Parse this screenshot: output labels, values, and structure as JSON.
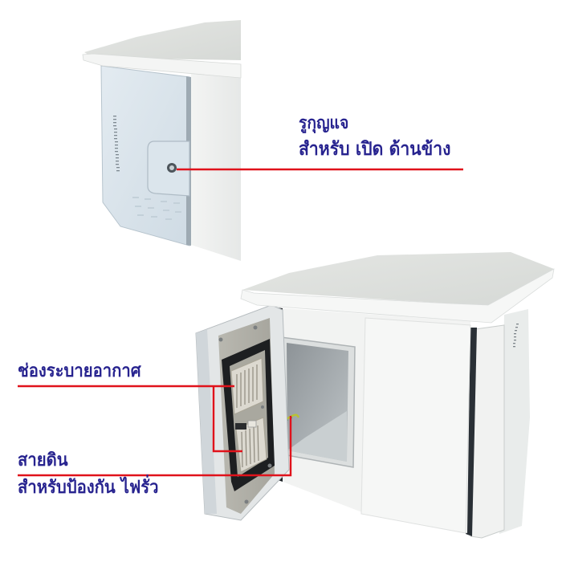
{
  "image": {
    "subject": "outdoor-network-cabinet-product-photo",
    "background_color": "#ffffff",
    "callout_color": "#e0121b",
    "text_color": "#27238f"
  },
  "callouts": {
    "keyhole": {
      "line1": "รูกุญแจ",
      "line2": "สำหรับ เปิด ด้านข้าง"
    },
    "ventilation": {
      "line1": "ช่องระบายอากาศ"
    },
    "ground_wire": {
      "line1": "สายดิน",
      "line2": "สำหรับป้องกัน ไฟรั่ว"
    }
  }
}
